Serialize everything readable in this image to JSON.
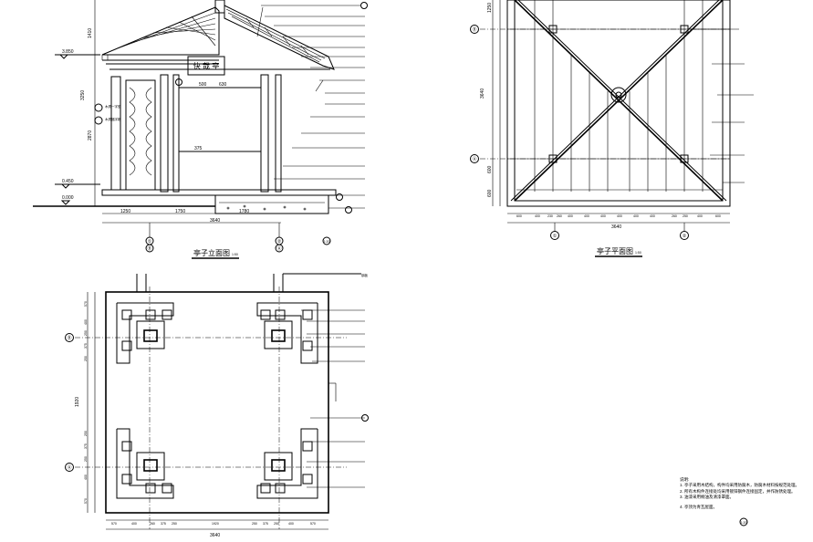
{
  "sign_text": "快 哉 亭",
  "titles": {
    "elevation": "亭子立面图",
    "elevation_scale": "1:50",
    "roof_plan": "亭子平面图",
    "roof_plan_scale": "1:50"
  },
  "elevation": {
    "levels": [
      "3.850",
      "0.450",
      "0.000"
    ],
    "vdims": [
      "1410",
      "3250",
      "2870"
    ],
    "hdims": [
      "1250",
      "1750",
      "1780"
    ],
    "total": "3640",
    "axes": [
      "①",
      "Ⓑ",
      "②",
      "Ⓐ"
    ],
    "mid_dims": [
      "500",
      "630",
      "375"
    ],
    "callouts": [
      "1:20",
      "1:20",
      "1:20"
    ],
    "labels_left": [
      "木质一字型",
      "木质福字格"
    ]
  },
  "roof_plan": {
    "axes": [
      "Ⓑ",
      "Ⓐ",
      "①",
      "②"
    ],
    "vdims": [
      "1250",
      "3640",
      "600",
      "600"
    ],
    "hdims": [
      "600",
      "400",
      "230",
      "260",
      "400",
      "400",
      "400",
      "400",
      "400",
      "400",
      "260",
      "250",
      "400",
      "600"
    ],
    "total": "3640"
  },
  "floor_plan": {
    "axes": [
      "Ⓑ",
      "Ⓐ"
    ],
    "top_label": "钢板",
    "vdims": [
      "570",
      "400",
      "250",
      "375",
      "250",
      "1920",
      "250",
      "375",
      "250",
      "400",
      "570"
    ],
    "hdims": [
      "570",
      "400",
      "260",
      "375",
      "250",
      "1920",
      "250",
      "375",
      "250",
      "400",
      "570"
    ],
    "total": "3640",
    "center_dim": "1920"
  },
  "notes": {
    "heading": "说明:",
    "items": [
      "1. 亭子采用木结构，构件均采用防腐木，防腐木材料按规范处理。",
      "2. 所有木构件连接处均采用镀锌钢件连接固定，并作防锈处理。",
      "3. 油漆采用桐油及清漆罩面。",
      "4. 亭顶为青瓦屋面。"
    ],
    "symbol": "1:20"
  }
}
